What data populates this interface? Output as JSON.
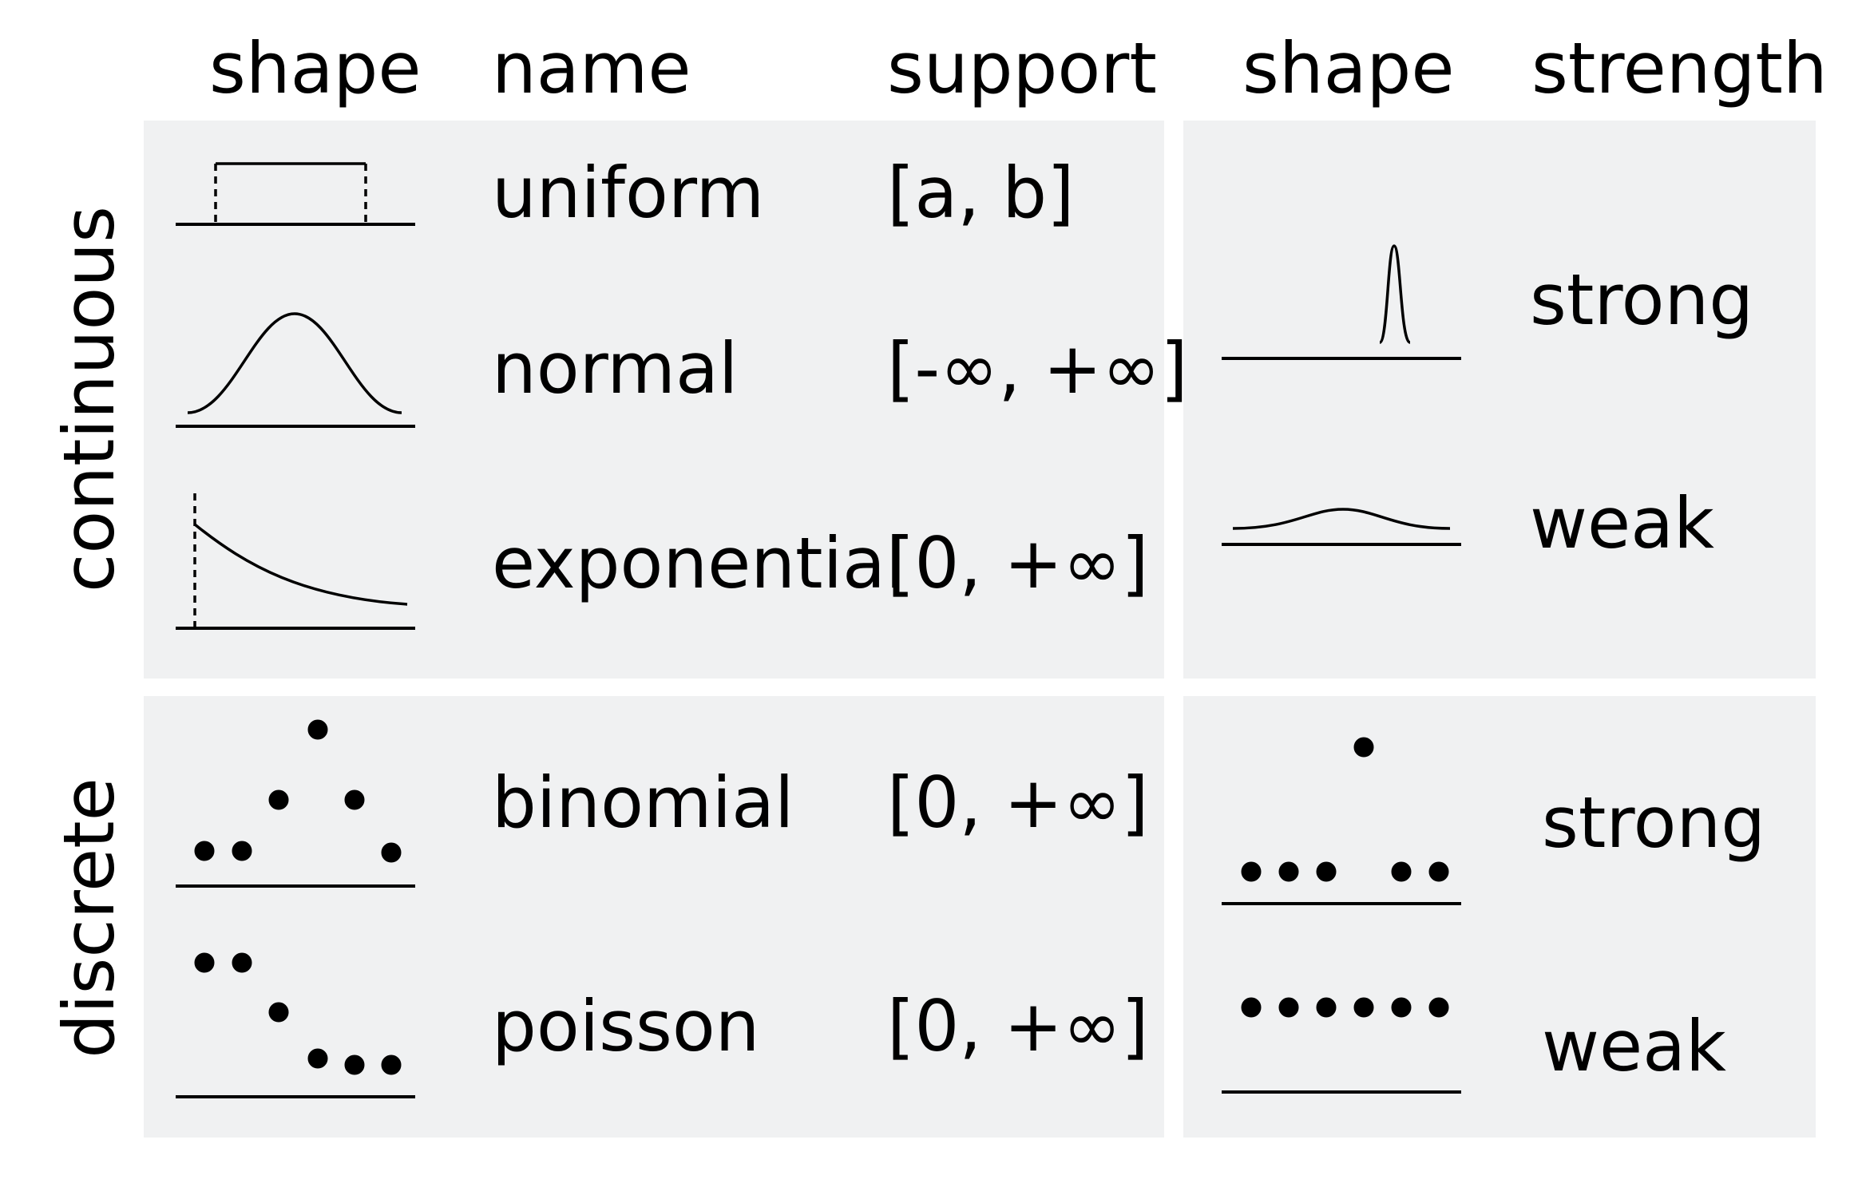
{
  "headers": {
    "shape_left": "shape",
    "name": "name",
    "support": "support",
    "shape_right": "shape",
    "strength": "strength"
  },
  "groups": {
    "continuous": "continuous",
    "discrete": "discrete"
  },
  "distributions": [
    {
      "name": "uniform",
      "support": "[a, b]"
    },
    {
      "name": "normal",
      "support": "[-∞, +∞]"
    },
    {
      "name": "exponential",
      "support": "[0, +∞]"
    },
    {
      "name": "binomial",
      "support": "[0, +∞]"
    },
    {
      "name": "poisson",
      "support": "[0, +∞]"
    }
  ],
  "strength": {
    "continuous": [
      "strong",
      "weak"
    ],
    "discrete": [
      "strong",
      "weak"
    ]
  },
  "colors": {
    "panel": "#f0f1f2",
    "ink": "#000000"
  }
}
